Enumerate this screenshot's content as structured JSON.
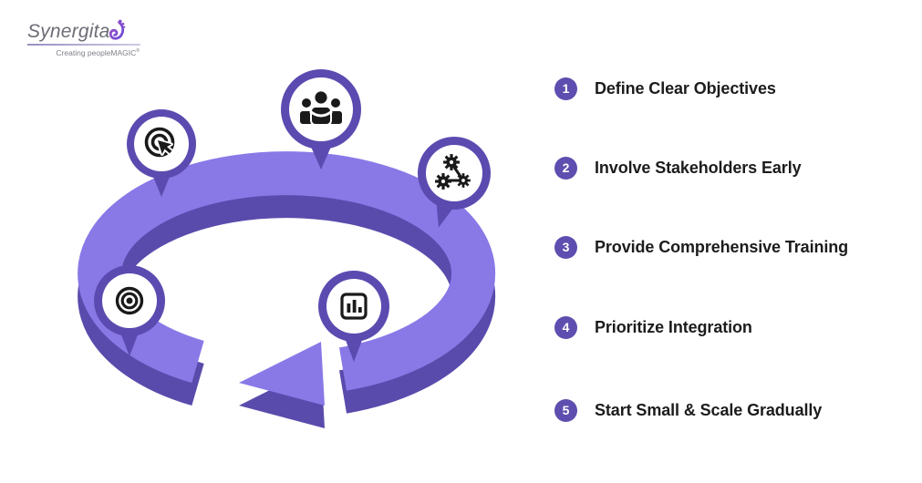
{
  "logo": {
    "brand": "Synergita",
    "tagline": "Creating peopleMAGIC",
    "trademark": "®"
  },
  "colors": {
    "ring_top": "#8879E7",
    "ring_side": "#594BAC",
    "pin_ring": "#5B4BB0",
    "icon_ink": "#1A1A1A",
    "badge_bg": "#5D4EAF",
    "badge_text": "#FFFFFF",
    "step_text": "#1C1C1E",
    "brand_text": "#6C6C76",
    "tagline_text": "#80808A",
    "background": "#FFFFFF"
  },
  "diagram": {
    "type": "circular-process-cycle-arrow",
    "pins": [
      {
        "icon": "team-icon"
      },
      {
        "icon": "click-target-icon"
      },
      {
        "icon": "connected-gears-icon"
      },
      {
        "icon": "bullseye-icon"
      },
      {
        "icon": "bar-chart-icon"
      }
    ]
  },
  "steps": [
    {
      "number": "1",
      "label": "Define Clear Objectives"
    },
    {
      "number": "2",
      "label": "Involve Stakeholders Early"
    },
    {
      "number": "3",
      "label": "Provide Comprehensive Training"
    },
    {
      "number": "4",
      "label": "Prioritize Integration"
    },
    {
      "number": "5",
      "label": "Start Small & Scale Gradually"
    }
  ]
}
